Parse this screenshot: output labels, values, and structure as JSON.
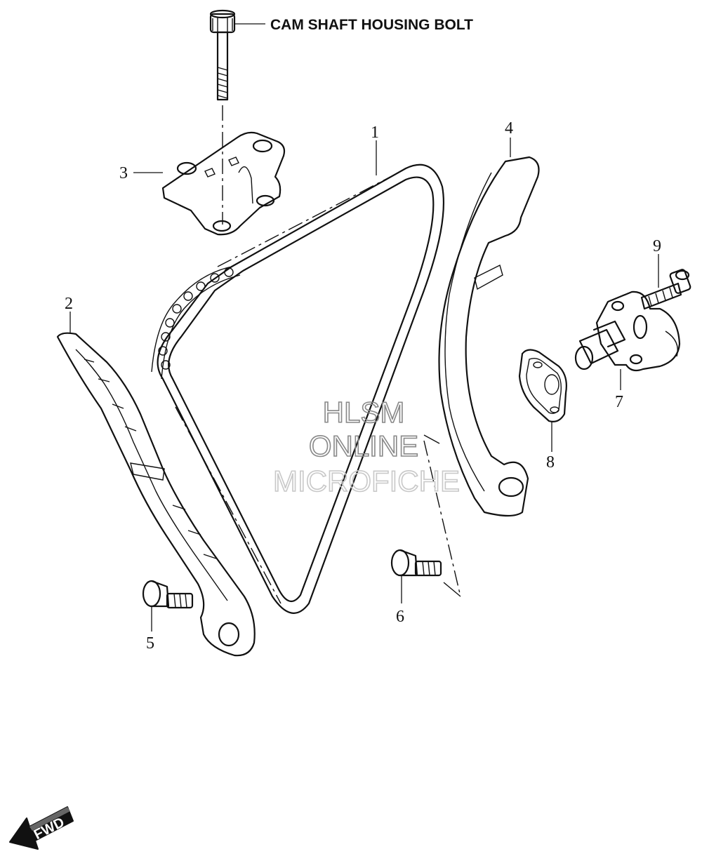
{
  "diagram": {
    "top_label": "CAM SHAFT HOUSING BOLT",
    "callouts": [
      "1",
      "2",
      "3",
      "4",
      "5",
      "6",
      "7",
      "8",
      "9"
    ],
    "watermark": {
      "line1": "HLSM",
      "line2": "ONLINE",
      "line3": "MICROFICHE"
    },
    "direction_badge": "FWD"
  }
}
